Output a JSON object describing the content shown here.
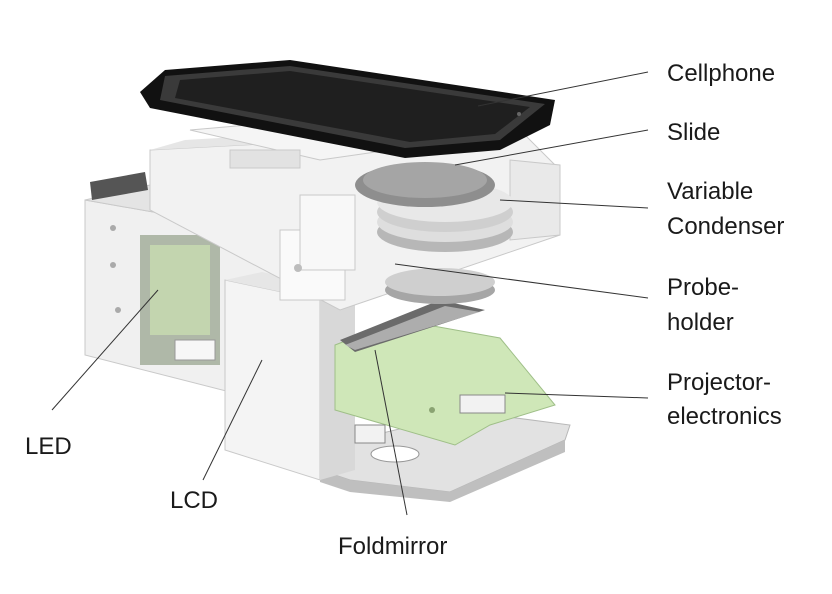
{
  "labels": {
    "cellphone": "Cellphone",
    "slide": "Slide",
    "variable_line1": "Variable",
    "variable_line2": "Condenser",
    "probe_line1": "Probe-",
    "probe_line2": "holder",
    "projector_line1": "Projector-",
    "projector_line2": "electronics",
    "led": "LED",
    "lcd": "LCD",
    "foldmirror": "Foldmirror"
  },
  "colors": {
    "phone": "#111111",
    "housing": "#eeeeee",
    "housing_shade": "#cfcfcf",
    "pcb": "#cfe7b8",
    "leader": "#333333"
  }
}
